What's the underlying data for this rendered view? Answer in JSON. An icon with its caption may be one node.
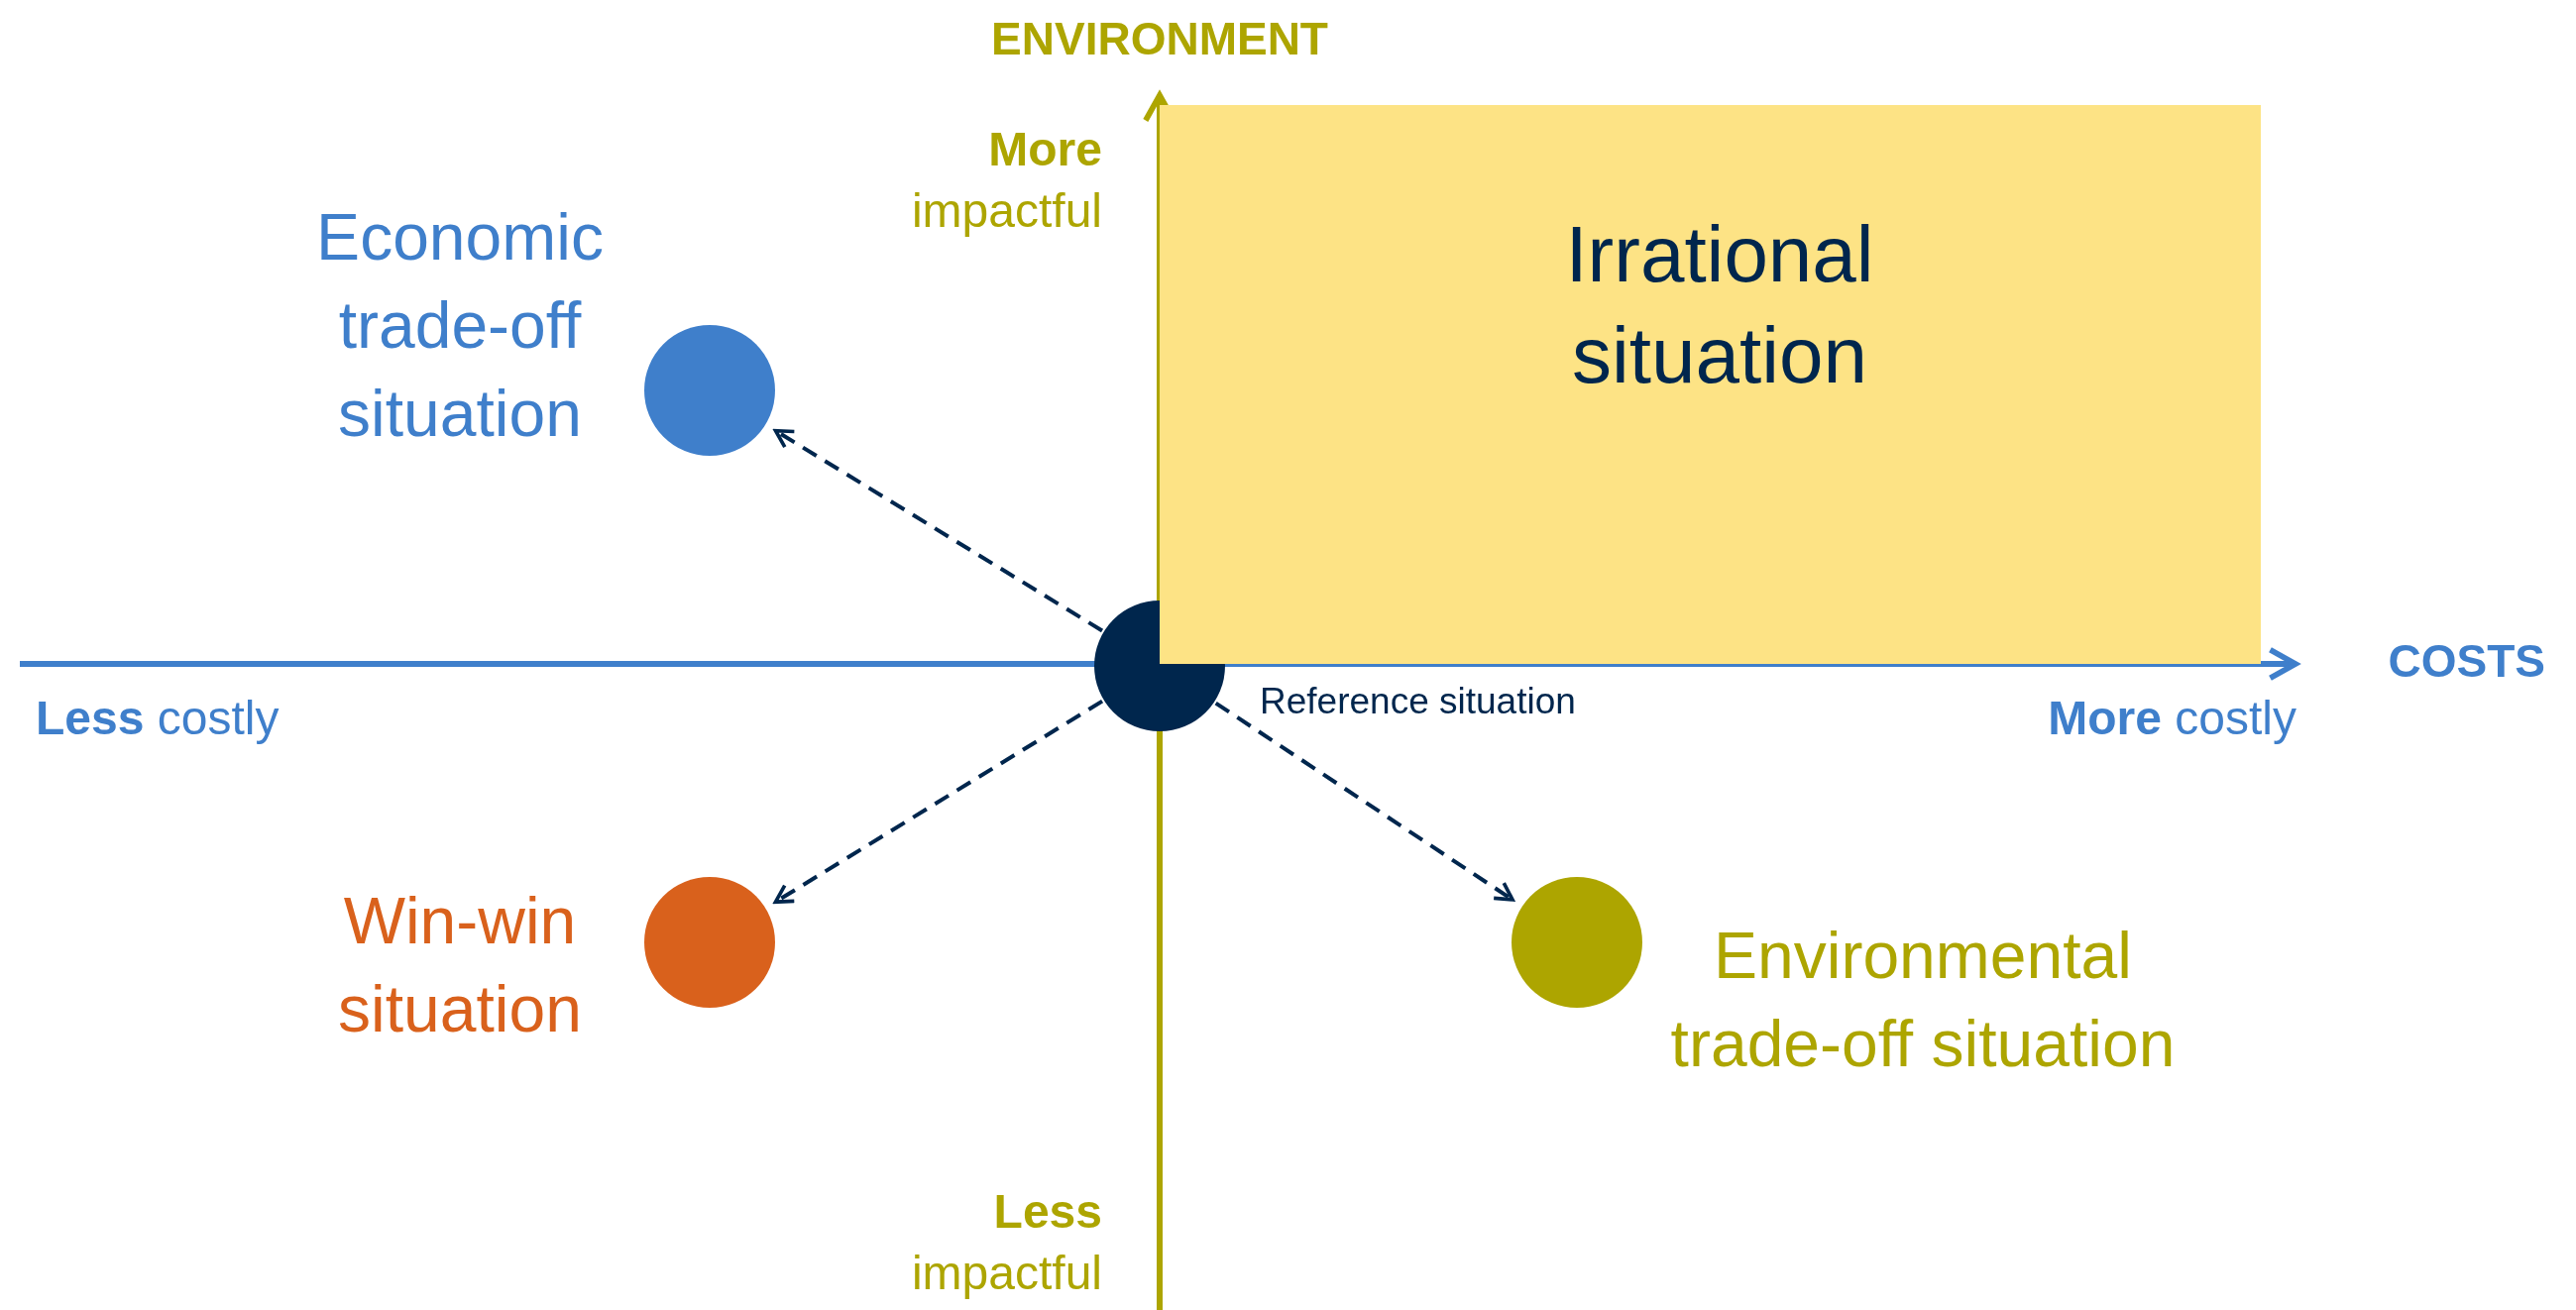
{
  "diagram": {
    "nodes": [
      {
        "text": [],
        "shape": "circle",
        "beside": [
          "Reference situation"
        ]
      },
      {
        "text": [],
        "shape": "circle",
        "beside": [
          "Economic trade-off situation"
        ]
      },
      {
        "text": [],
        "shape": "circle",
        "beside": [
          "Win-win situation"
        ]
      },
      {
        "text": [],
        "shape": "circle",
        "beside": [
          "Environmental trade-off situation"
        ]
      },
      {
        "text": [
          "Irrational situation"
        ]
      }
    ],
    "edges": [
      {
        "from": 0,
        "to": 1,
        "arrow": "to",
        "style": "dashed"
      },
      {
        "from": 0,
        "to": 2,
        "arrow": "to",
        "style": "dashed"
      },
      {
        "from": 0,
        "to": 3,
        "arrow": "to",
        "style": "dashed"
      }
    ],
    "labels": [
      "ENVIRONMENT",
      "**More** impactful",
      "COSTS",
      "**Less** costly",
      "**More** costly",
      "**Less** impactful"
    ]
  }
}
